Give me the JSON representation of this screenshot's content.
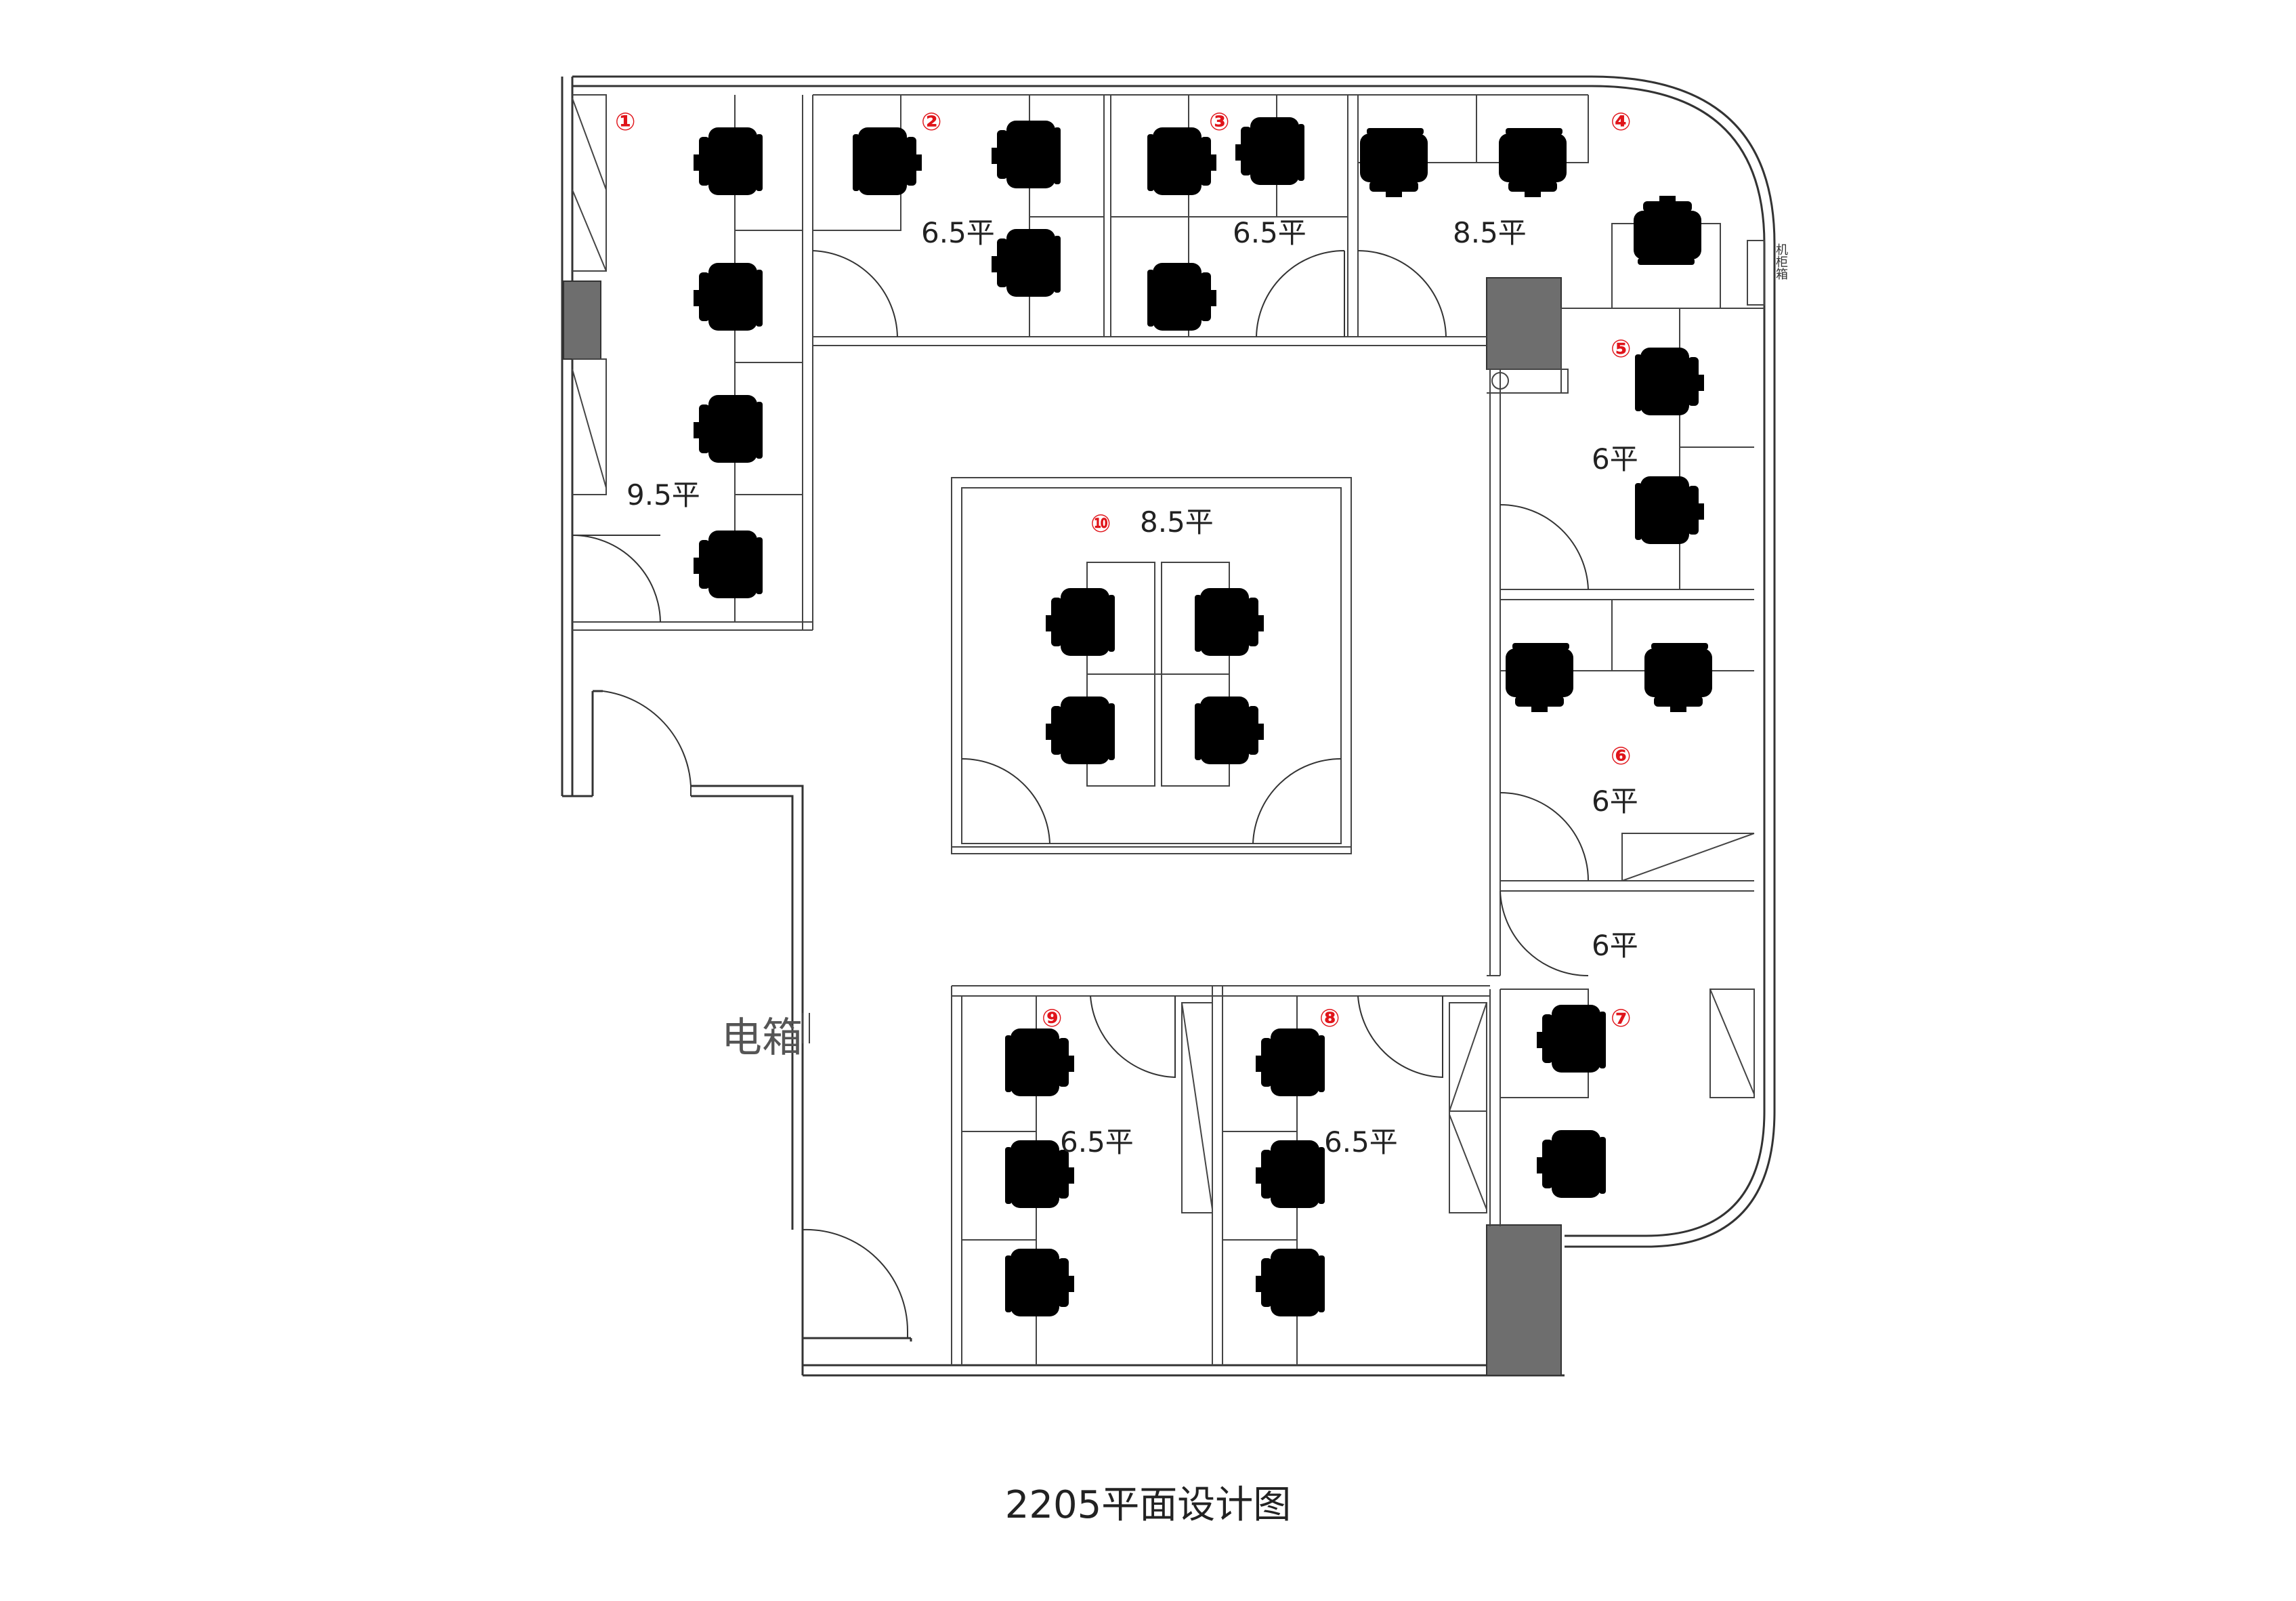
{
  "title": "2205平面设计图",
  "electric_box_label": "电箱",
  "cabinet_label": "机柜箱",
  "rooms": [
    {
      "number": "①",
      "area": "9.5平"
    },
    {
      "number": "②",
      "area": "6.5平"
    },
    {
      "number": "③",
      "area": "6.5平"
    },
    {
      "number": "④",
      "area": "8.5平"
    },
    {
      "number": "⑤",
      "area": "6平"
    },
    {
      "number": "⑥",
      "area": "6平"
    },
    {
      "number": "⑦",
      "area": "6平"
    },
    {
      "number": "⑧",
      "area": "6.5平"
    },
    {
      "number": "⑨",
      "area": "6.5平"
    },
    {
      "number": "⑩",
      "area": "8.5平"
    }
  ],
  "colors": {
    "wall": "#333333",
    "column": "#6e6e6e",
    "room_number": "#e0141a"
  }
}
